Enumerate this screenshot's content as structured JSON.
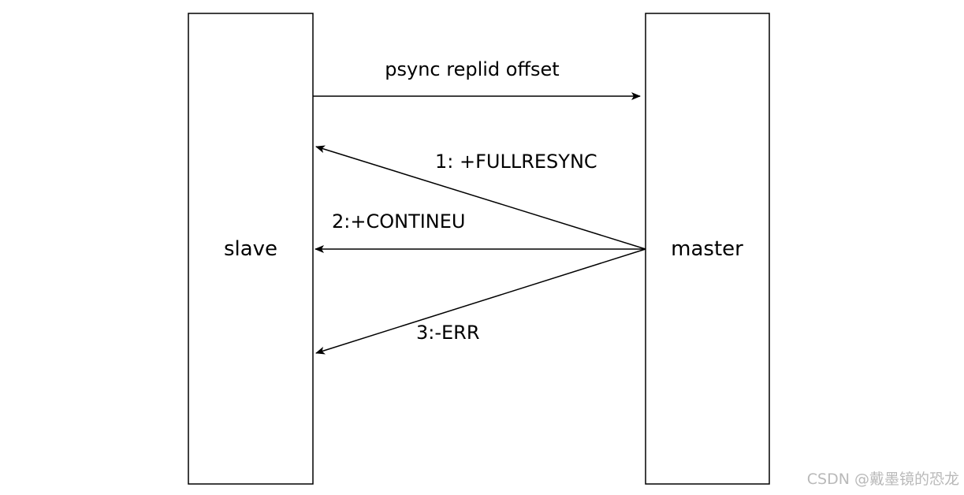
{
  "diagram": {
    "slave": {
      "label": "slave"
    },
    "master": {
      "label": "master"
    },
    "messages": [
      {
        "label": "psync replid offset",
        "direction": "slave-to-master"
      },
      {
        "label": "1: +FULLRESYNC",
        "direction": "master-to-slave"
      },
      {
        "label": "2:+CONTINEU",
        "direction": "master-to-slave"
      },
      {
        "label": "3:-ERR",
        "direction": "master-to-slave"
      }
    ]
  },
  "watermark": "CSDN @戴墨镜的恐龙",
  "colors": {
    "line": "#000000",
    "watermark": "#b9b9b9"
  }
}
